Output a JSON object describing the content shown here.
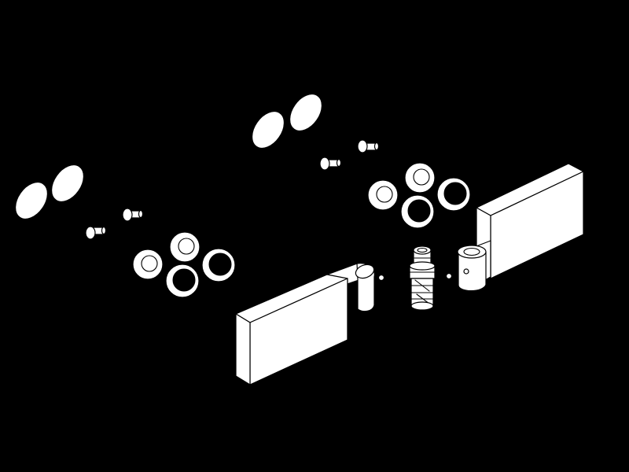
{
  "figure": {
    "background": "#000000",
    "line_color": "#ffffff",
    "parts": [
      "cover-cap",
      "shoulder-screw",
      "bushing-ring",
      "hinge-leaf-with-knuckle",
      "hinge-pin-cartridge",
      "hinge-leaf-with-socket",
      "set-screw"
    ]
  }
}
